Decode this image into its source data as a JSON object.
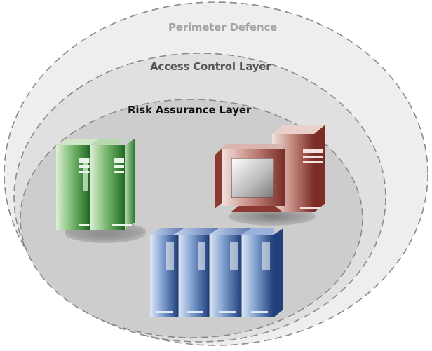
{
  "diagram": {
    "layers": [
      {
        "label": "Perimeter Defence",
        "fill": "#eeeeee",
        "text_color": "#a3a3a3"
      },
      {
        "label": "Access Control Layer",
        "fill": "#e0e0e0",
        "text_color": "#555555"
      },
      {
        "label": "Risk Assurance Layer",
        "fill": "#cdcdcd",
        "text_color": "#111111"
      }
    ],
    "border_color": "#8a8a8a",
    "devices": [
      {
        "icon": "green-server-pair-icon",
        "color": "#2f7a2f"
      },
      {
        "icon": "desktop-computer-icon",
        "color": "#8b3a32"
      },
      {
        "icon": "blue-server-rack-icon",
        "color": "#2c4f8e"
      }
    ]
  }
}
